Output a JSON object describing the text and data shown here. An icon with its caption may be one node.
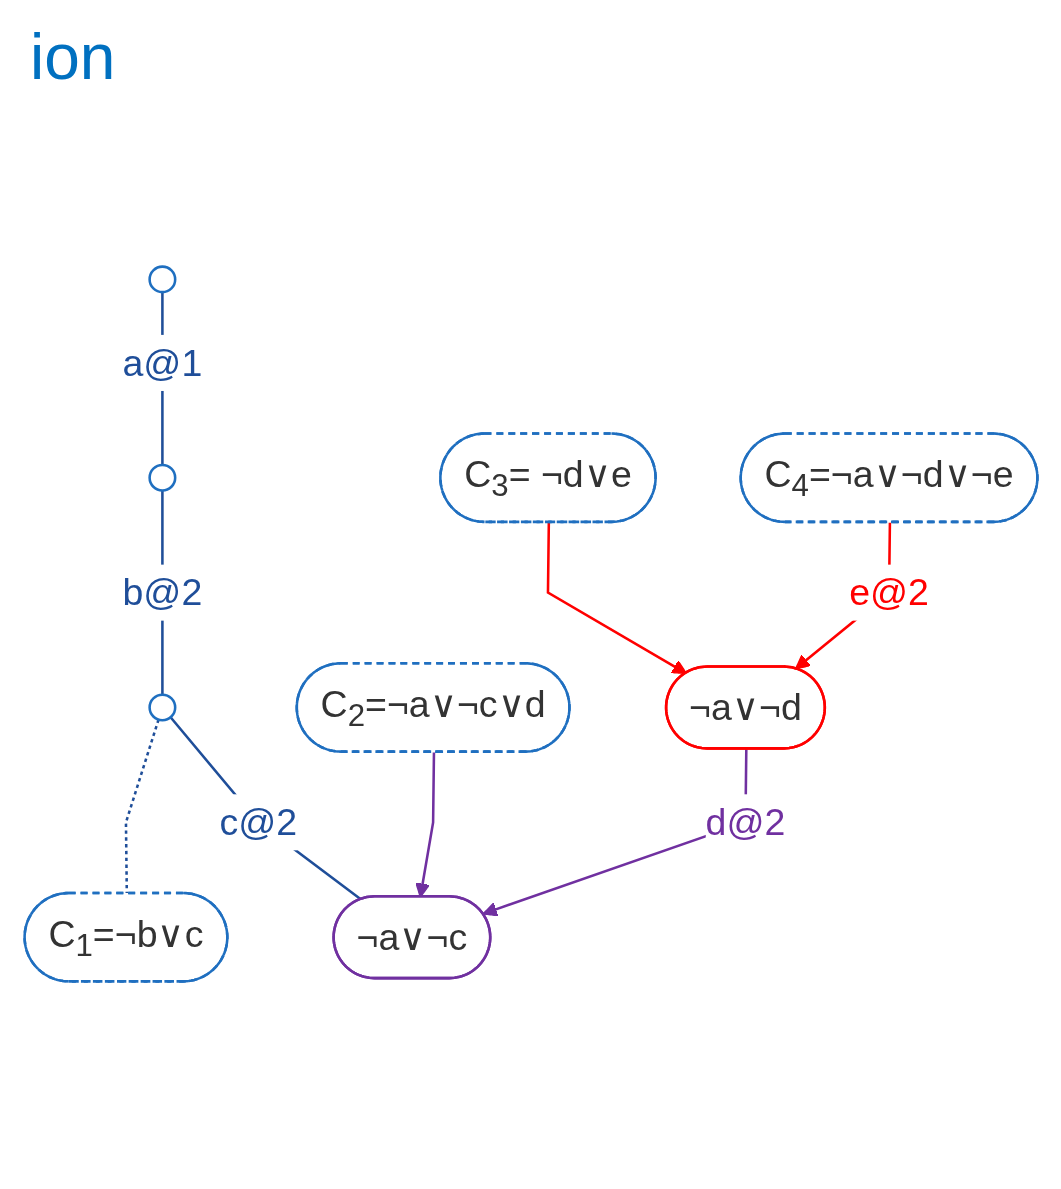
{
  "diagram": {
    "title": "ion",
    "nodes": [
      {
        "text": [],
        "shape": "circle"
      },
      {
        "text": [],
        "shape": "circle"
      },
      {
        "text": [],
        "shape": "circle"
      },
      {
        "text": [
          "C$_{1}$=¬b∨c"
        ]
      },
      {
        "text": [
          "¬a∨¬c"
        ]
      },
      {
        "text": [
          "C$_{2}$=¬a∨¬c∨d"
        ]
      },
      {
        "text": [
          "¬a∨¬d"
        ]
      },
      {
        "text": [
          "C$_{3}$= ¬d∨e"
        ]
      },
      {
        "text": [
          "C$_{4}$=¬a∨¬d∨¬e"
        ]
      }
    ],
    "edges": [
      {
        "from": 0,
        "to": 1,
        "arrow": "none",
        "label": "a@1"
      },
      {
        "from": 1,
        "to": 2,
        "arrow": "none",
        "label": "b@2"
      },
      {
        "from": 2,
        "to": 3,
        "arrow": "none",
        "style": "dashed"
      },
      {
        "from": 2,
        "to": 4,
        "arrow": "none",
        "label": "c@2"
      },
      {
        "from": 5,
        "to": 4,
        "arrow": "to",
        "color": "#7030a0"
      },
      {
        "from": 6,
        "to": 4,
        "arrow": "to",
        "label": "d@2",
        "color": "#7030a0"
      },
      {
        "from": 7,
        "to": 6,
        "arrow": "to",
        "color": "#ff0000"
      },
      {
        "from": 8,
        "to": 6,
        "arrow": "to",
        "label": "e@2",
        "color": "#ff0000"
      }
    ]
  }
}
